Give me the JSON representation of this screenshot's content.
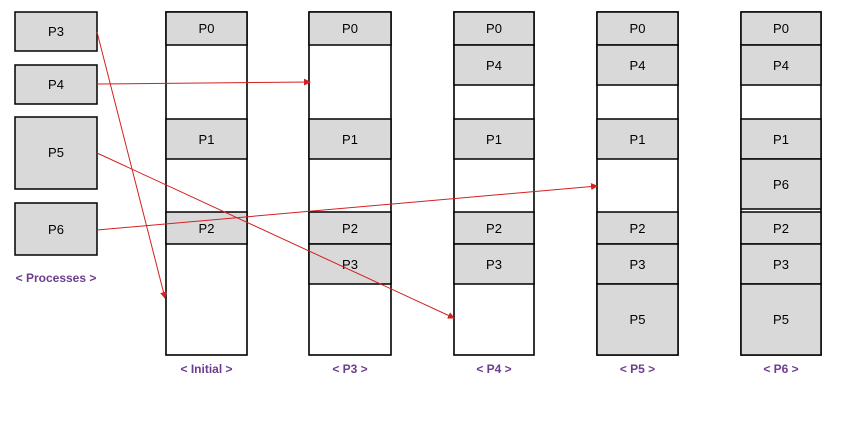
{
  "colors": {
    "block_fill": "#d9d9d9",
    "arrow": "#d42020",
    "caption": "#6b3d8f"
  },
  "processes": {
    "caption": "< Processes >",
    "items": [
      {
        "key": "p3",
        "label": "P3"
      },
      {
        "key": "p4",
        "label": "P4"
      },
      {
        "key": "p5",
        "label": "P5"
      },
      {
        "key": "p6",
        "label": "P6"
      }
    ]
  },
  "columns": [
    {
      "key": "initial",
      "caption": "< Initial >",
      "blocks": [
        {
          "key": "p0",
          "label": "P0"
        },
        {
          "key": "p1",
          "label": "P1"
        },
        {
          "key": "p2",
          "label": "P2"
        }
      ]
    },
    {
      "key": "p3",
      "caption": "< P3 >",
      "blocks": [
        {
          "key": "p0",
          "label": "P0"
        },
        {
          "key": "p1",
          "label": "P1"
        },
        {
          "key": "p2",
          "label": "P2"
        },
        {
          "key": "p3",
          "label": "P3"
        }
      ]
    },
    {
      "key": "p4",
      "caption": "< P4 >",
      "blocks": [
        {
          "key": "p0",
          "label": "P0"
        },
        {
          "key": "p4",
          "label": "P4"
        },
        {
          "key": "p1",
          "label": "P1"
        },
        {
          "key": "p2",
          "label": "P2"
        },
        {
          "key": "p3",
          "label": "P3"
        }
      ]
    },
    {
      "key": "p5",
      "caption": "< P5 >",
      "blocks": [
        {
          "key": "p0",
          "label": "P0"
        },
        {
          "key": "p4",
          "label": "P4"
        },
        {
          "key": "p1",
          "label": "P1"
        },
        {
          "key": "p2",
          "label": "P2"
        },
        {
          "key": "p3",
          "label": "P3"
        },
        {
          "key": "p5",
          "label": "P5"
        }
      ]
    },
    {
      "key": "p6",
      "caption": "< P6 >",
      "blocks": [
        {
          "key": "p0",
          "label": "P0"
        },
        {
          "key": "p4",
          "label": "P4"
        },
        {
          "key": "p1",
          "label": "P1"
        },
        {
          "key": "p6",
          "label": "P6"
        },
        {
          "key": "p2",
          "label": "P2"
        },
        {
          "key": "p3",
          "label": "P3"
        },
        {
          "key": "p5",
          "label": "P5"
        }
      ]
    }
  ],
  "arrows": [
    {
      "from": "P3",
      "to": "Initial"
    },
    {
      "from": "P4",
      "to": "P3"
    },
    {
      "from": "P5",
      "to": "P4"
    },
    {
      "from": "P6",
      "to": "P5"
    }
  ]
}
